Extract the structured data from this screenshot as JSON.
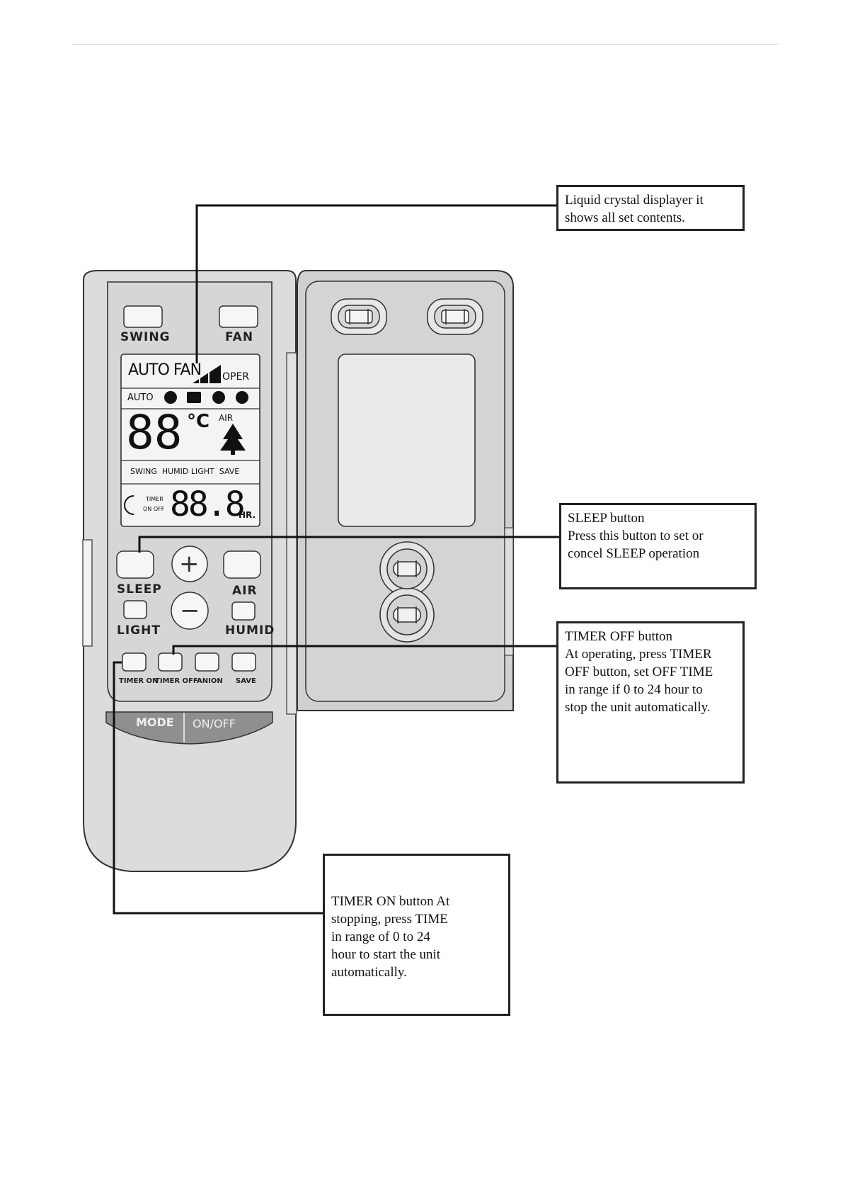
{
  "remote": {
    "buttons": {
      "swing": "SWING",
      "fan": "FAN",
      "sleep": "SLEEP",
      "air": "AIR",
      "light": "LIGHT",
      "humid": "HUMID",
      "timer_on": "TIMER ON",
      "timer_off": "TIMER OFF",
      "anion": "ANION",
      "save": "SAVE",
      "mode": "MODE",
      "on_off": "ON/OFF",
      "plus": "+",
      "minus": "−"
    },
    "lcd": {
      "row1_mode": "AUTO FAN",
      "row1_oper": "OPER",
      "row2_auto": "AUTO",
      "temp_digits": "88",
      "temp_unit": "°C",
      "air": "AIR",
      "indicators": "SWING  HUMID LIGHT  SAVE",
      "timer_label": "TIMER",
      "on_off_label": "ON OFF",
      "timer_digits": "88.8",
      "hr": "HR."
    }
  },
  "callouts": {
    "lcd": [
      "Liquid crystal displayer it",
      "shows all set contents."
    ],
    "sleep": [
      "SLEEP button",
      "Press this button to set or",
      "concel SLEEP operation"
    ],
    "timer_off": [
      "TIMER OFF button",
      "At operating, press TIMER",
      "OFF button, set OFF TIME",
      "in range if  0  to 24  hour to",
      "stop the unit automatically."
    ],
    "timer_on": [
      "TIMER ON button At",
      "stopping, press TIME",
      "in range of 0 to 24",
      "hour to start the unit",
      "automatically."
    ]
  }
}
